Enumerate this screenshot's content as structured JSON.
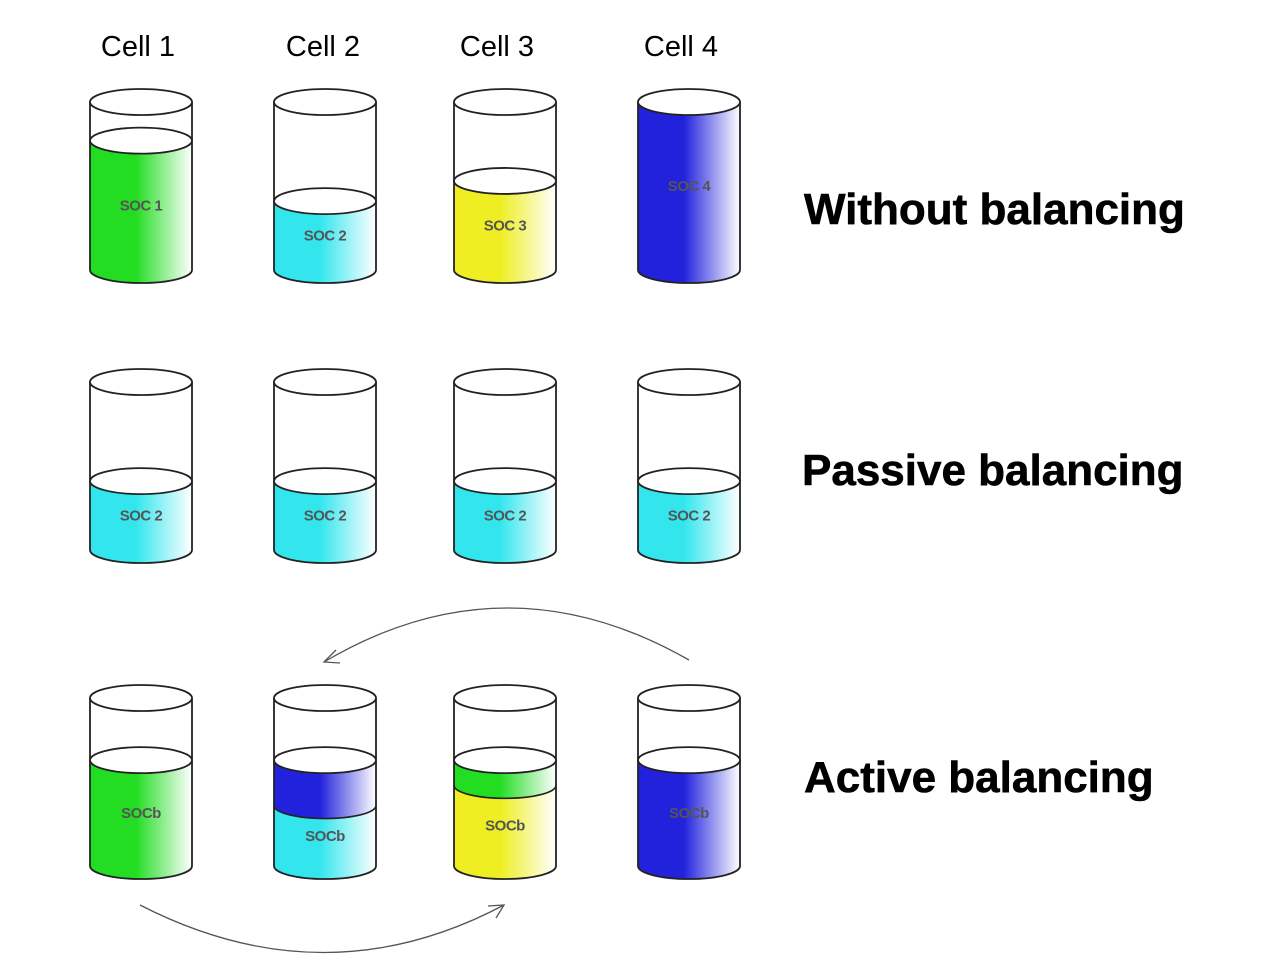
{
  "cells": [
    {
      "label": "Cell 1"
    },
    {
      "label": "Cell 2"
    },
    {
      "label": "Cell 3"
    },
    {
      "label": "Cell 4"
    }
  ],
  "colors": {
    "green": "#22dd22",
    "cyan": "#33e6ee",
    "yellow": "#eeee22",
    "blue": "#2222dd"
  },
  "rows": [
    {
      "title": "Without balancing",
      "cylinders": [
        {
          "label": "SOC 1",
          "layers": [
            {
              "color": "green",
              "fraction": 0.77
            }
          ]
        },
        {
          "label": "SOC 2",
          "layers": [
            {
              "color": "cyan",
              "fraction": 0.41
            }
          ]
        },
        {
          "label": "SOC 3",
          "layers": [
            {
              "color": "yellow",
              "fraction": 0.53
            }
          ]
        },
        {
          "label": "SOC 4",
          "layers": [
            {
              "color": "blue",
              "fraction": 1.0
            }
          ]
        }
      ]
    },
    {
      "title": "Passive balancing",
      "cylinders": [
        {
          "label": "SOC 2",
          "layers": [
            {
              "color": "cyan",
              "fraction": 0.41
            }
          ]
        },
        {
          "label": "SOC 2",
          "layers": [
            {
              "color": "cyan",
              "fraction": 0.41
            }
          ]
        },
        {
          "label": "SOC 2",
          "layers": [
            {
              "color": "cyan",
              "fraction": 0.41
            }
          ]
        },
        {
          "label": "SOC 2",
          "layers": [
            {
              "color": "cyan",
              "fraction": 0.41
            }
          ]
        }
      ]
    },
    {
      "title": "Active balancing",
      "cylinders": [
        {
          "label": "SOCb",
          "layers": [
            {
              "color": "green",
              "fraction": 0.63
            }
          ]
        },
        {
          "label": "SOCb",
          "layers": [
            {
              "color": "cyan",
              "fraction": 0.36
            },
            {
              "color": "blue",
              "fraction": 0.27
            }
          ]
        },
        {
          "label": "SOCb",
          "layers": [
            {
              "color": "yellow",
              "fraction": 0.48
            },
            {
              "color": "green",
              "fraction": 0.15
            }
          ]
        },
        {
          "label": "SOCb",
          "layers": [
            {
              "color": "blue",
              "fraction": 0.63
            }
          ]
        }
      ]
    }
  ]
}
